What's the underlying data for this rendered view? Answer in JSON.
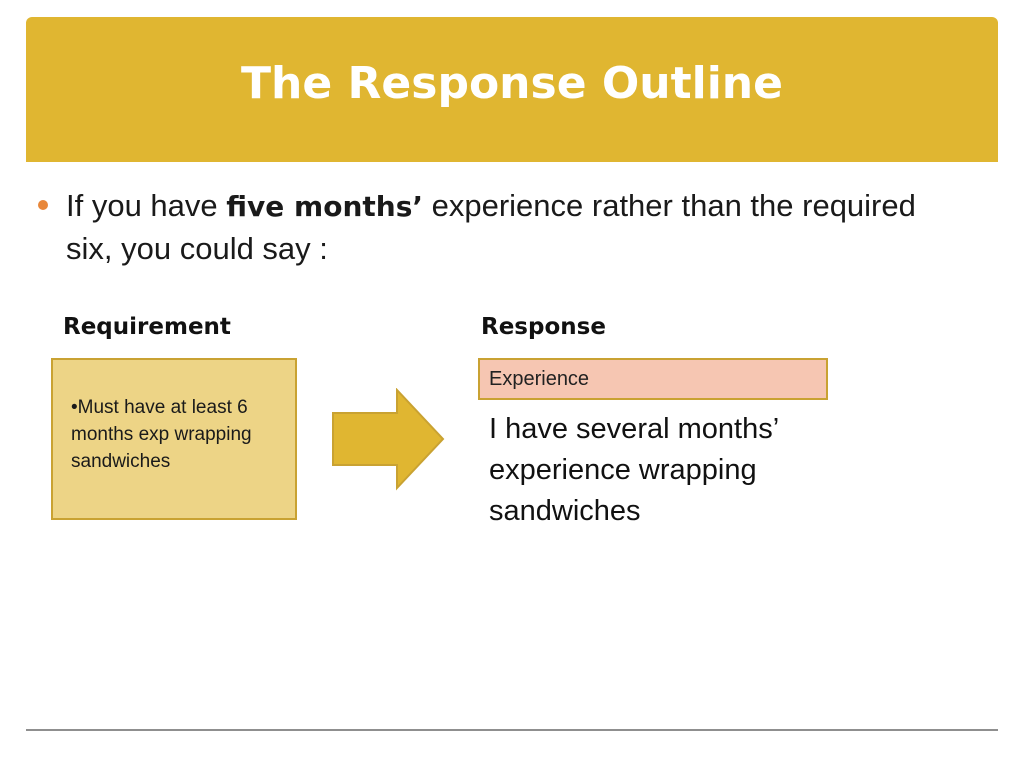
{
  "slide": {
    "title": "The Response Outline"
  },
  "bullet": {
    "prefix": "If you have ",
    "emphasis": "five months’",
    "suffix": " experience rather than the required six, you could say :"
  },
  "requirement": {
    "label": "Requirement",
    "text": "•Must have at least 6 months exp wrapping sandwiches"
  },
  "response": {
    "label": "Response",
    "heading": "Experience",
    "text": "I have several months’ experience wrapping sandwiches"
  },
  "colors": {
    "header": "#E0B631",
    "bullet": "#E8873A",
    "requirement_fill": "#EDD486",
    "response_heading_fill": "#F6C6B2",
    "arrow_fill": "#E0B631",
    "border": "#C9A232"
  }
}
